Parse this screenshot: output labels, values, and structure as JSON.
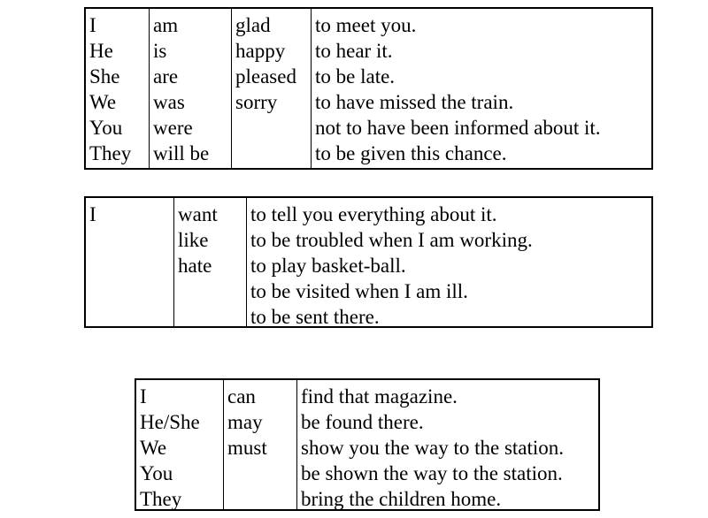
{
  "tables": [
    {
      "columns": [
        [
          "I",
          "He",
          "She",
          "We",
          "You",
          "They"
        ],
        [
          "am",
          "is",
          "are",
          "was",
          "were",
          "will be"
        ],
        [
          "glad",
          "happy",
          "pleased",
          "sorry"
        ],
        [
          "to meet you.",
          "to hear it.",
          "to be late.",
          "to have missed the train.",
          "not to have been informed about it.",
          "to be given this chance."
        ]
      ]
    },
    {
      "columns": [
        [
          "I"
        ],
        [
          "want",
          "like",
          "hate"
        ],
        [
          "to tell you everything about it.",
          "to be troubled when I am working.",
          "to play basket-ball.",
          "to be visited when I am ill.",
          "to be sent there."
        ]
      ]
    },
    {
      "columns": [
        [
          "I",
          "He/She",
          "We",
          "You",
          "They"
        ],
        [
          "can",
          "may",
          "must"
        ],
        [
          "find that magazine.",
          "be found there.",
          "show you the way to the station.",
          "be shown the way to the station.",
          "bring the children home."
        ]
      ]
    }
  ]
}
